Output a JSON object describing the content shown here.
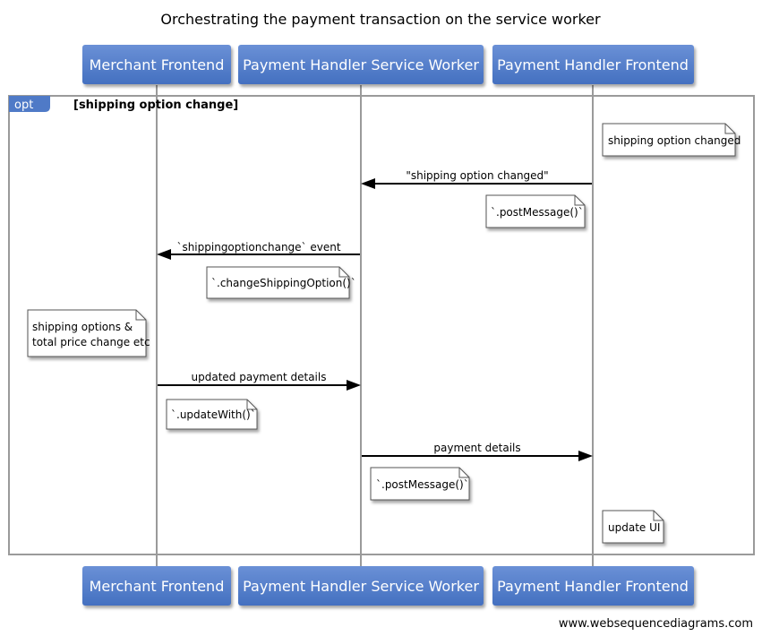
{
  "title": "Orchestrating the payment transaction on the service worker",
  "participants": [
    "Merchant Frontend",
    "Payment Handler Service Worker",
    "Payment Handler Frontend"
  ],
  "fragment": {
    "operator": "opt",
    "guard": "[shipping option change]"
  },
  "notes": [
    {
      "lines": [
        "shipping option changed"
      ]
    },
    {
      "lines": [
        "`.postMessage()`"
      ]
    },
    {
      "lines": [
        "`.changeShippingOption()`"
      ]
    },
    {
      "lines": [
        "shipping options &",
        "total price change etc"
      ]
    },
    {
      "lines": [
        "`.updateWith()`"
      ]
    },
    {
      "lines": [
        "`.postMessage()`"
      ]
    },
    {
      "lines": [
        "update UI"
      ]
    }
  ],
  "messages": [
    {
      "from": 2,
      "to": 1,
      "label": "\"shipping option changed\""
    },
    {
      "from": 1,
      "to": 0,
      "label": "`shippingoptionchange` event"
    },
    {
      "from": 0,
      "to": 1,
      "label": "updated payment details"
    },
    {
      "from": 1,
      "to": 2,
      "label": "payment details"
    }
  ],
  "colors": {
    "participant_fill": "#4f7ac7",
    "participant_text": "#ffffff",
    "lifeline": "#9a9a9a",
    "fragment_border": "#9a9a9a",
    "arrow": "#000000"
  },
  "footer": "www.websequencediagrams.com"
}
